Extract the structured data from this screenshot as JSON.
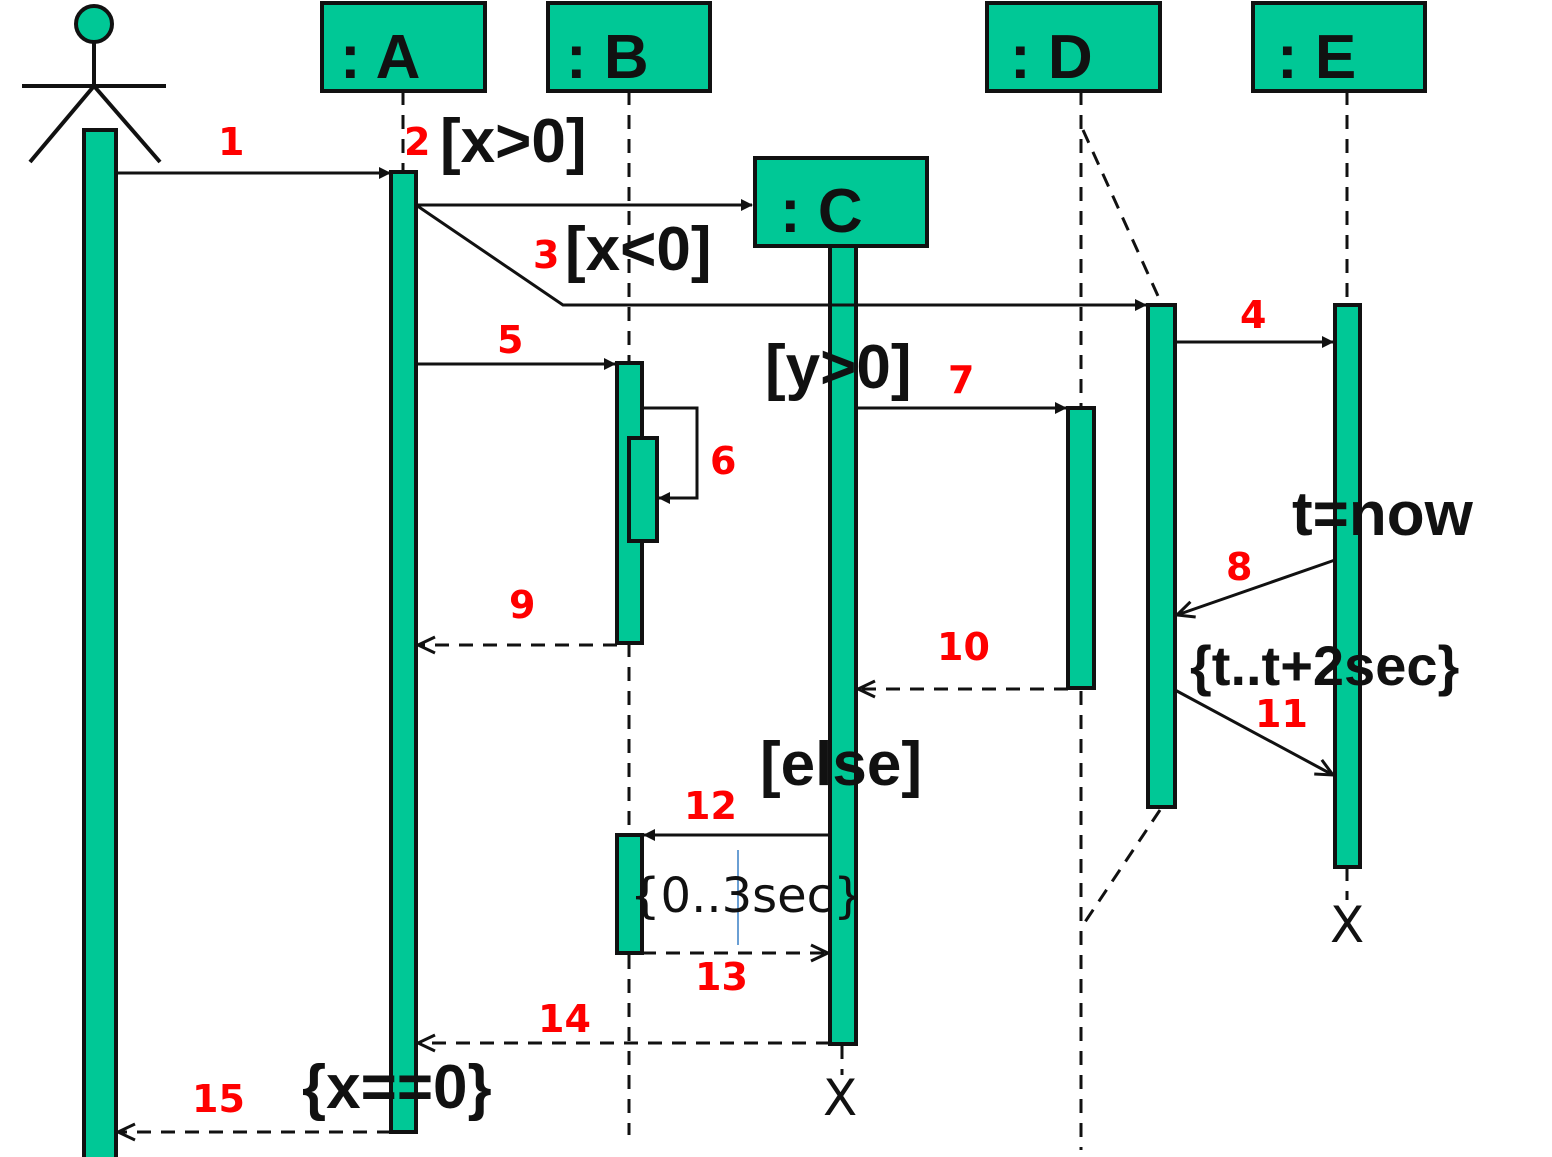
{
  "objects": {
    "a": ":  A",
    "b": ":  B",
    "c": ":  C",
    "d": ":  D",
    "e": ":  E"
  },
  "messages": {
    "m1": "1",
    "m2": "2",
    "m3": "3",
    "m4": "4",
    "m5": "5",
    "m6": "6",
    "m7": "7",
    "m8": "8",
    "m9": "9",
    "m10": "10",
    "m11": "11",
    "m12": "12",
    "m13": "13",
    "m14": "14",
    "m15": "15"
  },
  "guards": {
    "x_gt_0": "[x>0]",
    "x_lt_0": "[x<0]",
    "y_gt_0": "[y>0]",
    "else": "[else]"
  },
  "constraints": {
    "t_now": "t=now",
    "t_range": "{t..t+2sec}",
    "zero_three": "{0..3sec}",
    "x_eq_0": "{x==0}"
  },
  "destroy_mark": "X",
  "colors": {
    "activation": "#00c896",
    "message_number": "#ff0000",
    "line": "#111111"
  }
}
